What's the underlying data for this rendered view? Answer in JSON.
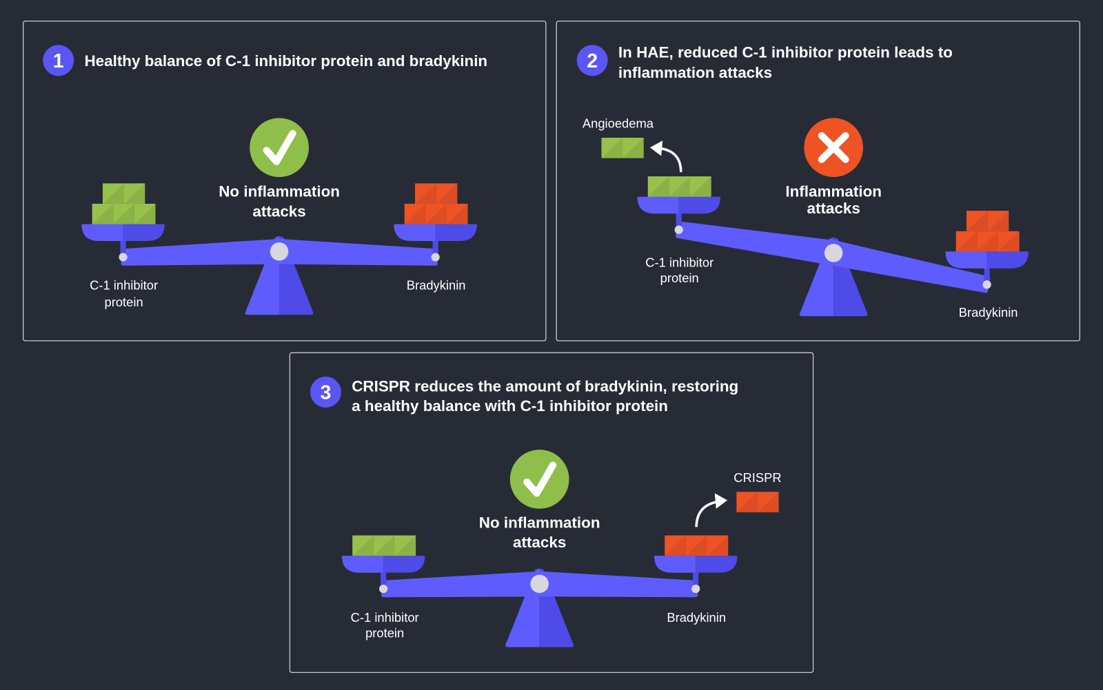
{
  "colors": {
    "background": "#272b36",
    "scale_light": "#5f5cff",
    "scale_dark": "#4e4be8",
    "pivot": "#d8d8dc",
    "green": "#98c14b",
    "green_dark": "#84a944",
    "red": "#ee5324",
    "red_dark": "#d14a26",
    "check_circle": "#8fbf4a",
    "x_circle": "#ee5324",
    "badge": "#5a55f5"
  },
  "panels": [
    {
      "number": "1",
      "title_lines": [
        "Healthy balance of C-1 inhibitor protein and bradykinin"
      ],
      "status_icon": "check-icon",
      "status_lines": [
        "No inflammation",
        "attacks"
      ],
      "left_label_lines": [
        "C-1 inhibitor",
        "protein"
      ],
      "right_label_lines": [
        "Bradykinin"
      ],
      "left_boxes": 5,
      "right_boxes": 5,
      "tilt": "balanced"
    },
    {
      "number": "2",
      "title_lines": [
        "In HAE, reduced C-1 inhibitor protein leads to",
        "inflammation attacks"
      ],
      "status_icon": "x-icon",
      "status_lines": [
        "Inflammation",
        "attacks"
      ],
      "left_label_lines": [
        "C-1 inhibitor",
        "protein"
      ],
      "right_label_lines": [
        "Bradykinin"
      ],
      "removed_label": "Angioedema",
      "removed_boxes": 2,
      "left_boxes": 3,
      "right_boxes": 5,
      "tilt": "right-heavy"
    },
    {
      "number": "3",
      "title_lines": [
        "CRISPR reduces the amount of bradykinin, restoring",
        "a healthy balance with C-1 inhibitor protein"
      ],
      "status_icon": "check-icon",
      "status_lines": [
        "No inflammation",
        "attacks"
      ],
      "left_label_lines": [
        "C-1 inhibitor",
        "protein"
      ],
      "right_label_lines": [
        "Bradykinin"
      ],
      "removed_label": "CRISPR",
      "removed_boxes": 2,
      "left_boxes": 3,
      "right_boxes": 3,
      "tilt": "balanced"
    }
  ]
}
